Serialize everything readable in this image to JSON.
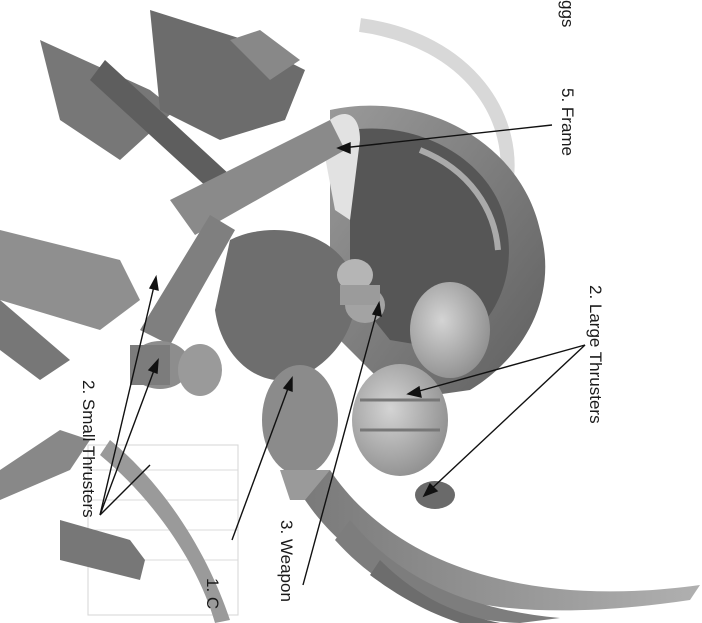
{
  "photo": {
    "subject": "model-kit-parts-photo",
    "palette": {
      "paper": "#ffffff",
      "model_dark": "#6a6a6a",
      "model_mid": "#8c8c8c",
      "model_light": "#b9b9b9",
      "ink": "#1a1a1a"
    }
  },
  "callouts": [
    {
      "label": "5. Frame"
    },
    {
      "label": "2. Large Thrusters"
    },
    {
      "label": "2. Small Thrusters"
    },
    {
      "label": "3. Weapon"
    },
    {
      "label": "1. C"
    },
    {
      "label": "ggs"
    }
  ]
}
